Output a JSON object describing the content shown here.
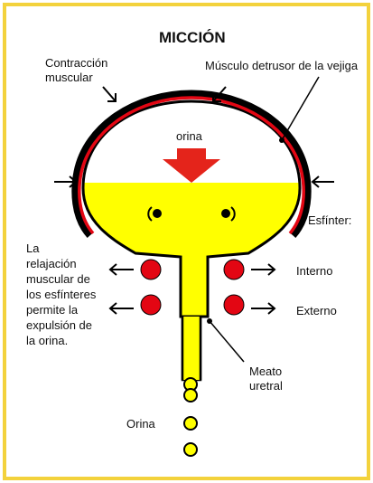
{
  "title": "MICCIÓN",
  "labels": {
    "contraction_line1": "Contracción",
    "contraction_line2": "muscular",
    "detrusor": "Músculo detrusor de la vejiga",
    "urine_top": "orina",
    "sphincter": "Esfínter:",
    "internal": "Interno",
    "external": "Externo",
    "relaxation": [
      "La",
      "relajación",
      "muscular de",
      "los esfínteres",
      "permite la",
      "expulsión de",
      "la orina."
    ],
    "meatus_line1": "Meato",
    "meatus_line2": "uretral",
    "urine_bottom": "Orina"
  },
  "colors": {
    "border": "#f3d23c",
    "bladder_fill": "#ffff00",
    "muscle_red": "#e30613",
    "outline": "#000000",
    "sphincter_red": "#e30613",
    "arrow_red": "#e4241b"
  }
}
